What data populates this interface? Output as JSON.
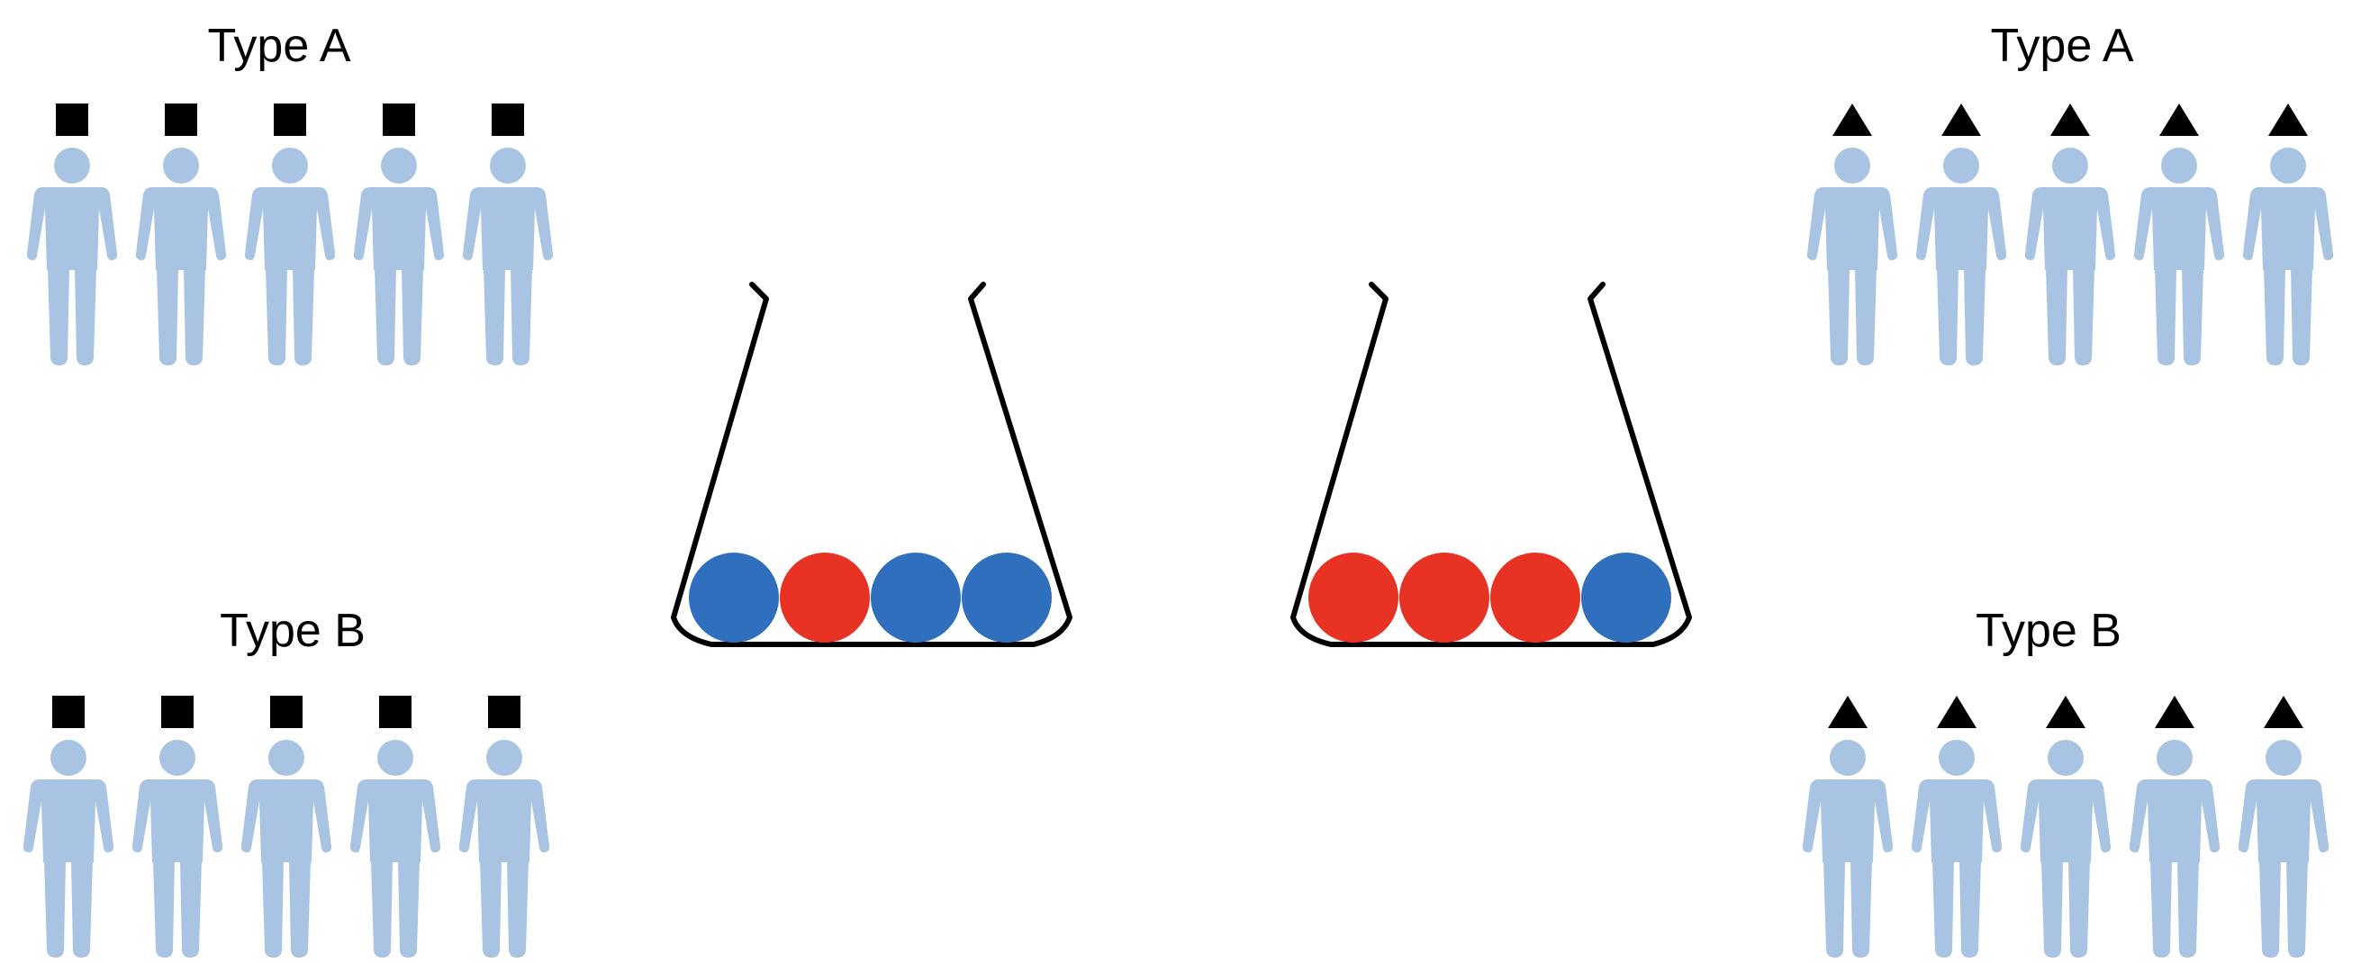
{
  "colors": {
    "person": "#a8c4e2",
    "hat": "#000000",
    "ball_blue": "#306fbd",
    "ball_red": "#e83224",
    "beaker_stroke": "#000000"
  },
  "groups": [
    {
      "label": "Type A",
      "hat": "square",
      "count": 5
    },
    {
      "label": "Type B",
      "hat": "square",
      "count": 5
    },
    {
      "label": "Type A",
      "hat": "triangle",
      "count": 5
    },
    {
      "label": "Type B",
      "hat": "triangle",
      "count": 5
    }
  ],
  "beakers": [
    {
      "balls": [
        "blue",
        "red",
        "blue",
        "blue"
      ]
    },
    {
      "balls": [
        "red",
        "red",
        "red",
        "blue"
      ]
    }
  ]
}
